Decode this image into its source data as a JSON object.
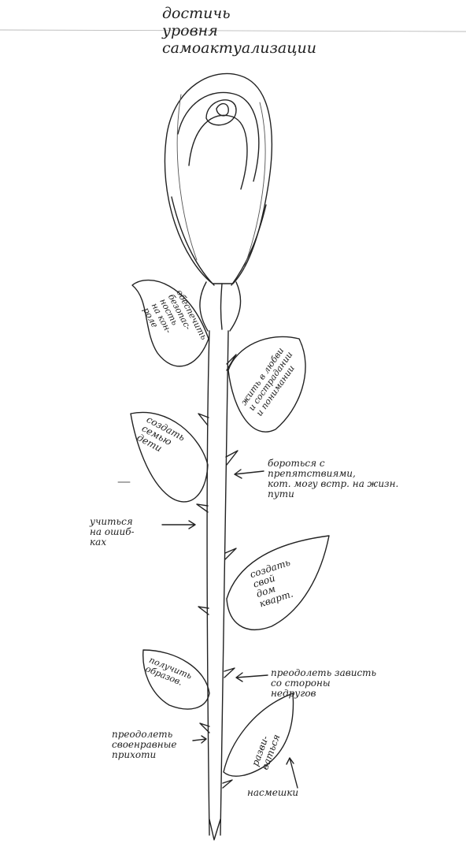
{
  "labels": {
    "top_goal": "достичь\nуровня\nсамоактуализации",
    "leaf_security": "обеспечить\nбезопас-\nность\nна кон-\nроле",
    "leaf_friends": "жить в любви\nи сострадании\nи понимании",
    "leaf_family": "создать\nсемью\nдети",
    "obstacles": "бороться с\nпрепятствиями,\nкот. могу встр. на жизн.\nпути",
    "mistakes": "учиться\nна ошиб-\nках",
    "leaf_own_home": "создать\nсвой\nдом\nкварт.",
    "leaf_acquire": "получить\nобразов.",
    "dependence": "преодолеть зависть\nсо стороны\nнедругов",
    "leaf_develop": "разви-\nваться",
    "whims": "преодолеть\nсвоенравные\nприхоти",
    "ridicule": "насмешки"
  }
}
